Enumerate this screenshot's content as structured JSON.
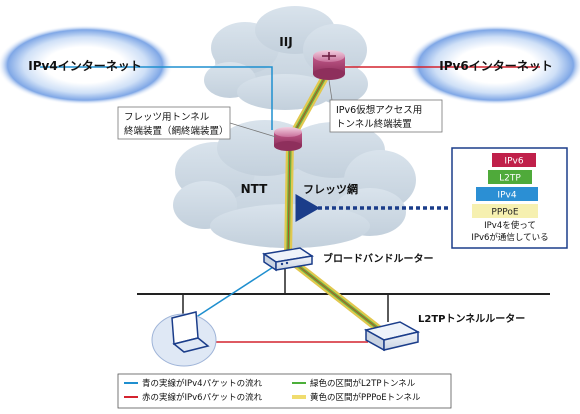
{
  "clouds": {
    "ipv4_internet": "IPv4インターネット",
    "ipv6_internet": "IPv6インターネット",
    "iij": "IIJ",
    "ntt": "NTT",
    "flets_net": "フレッツ網"
  },
  "devices": {
    "flets_tunnel_terminator": [
      "フレッツ用トンネル",
      "終端装置（網終端装置）"
    ],
    "ipv6_tunnel_terminator": [
      "IPv6仮想アクセス用",
      "トンネル終端装置"
    ],
    "broadband_router": "ブロードバンドルーター",
    "l2tp_router": "L2TPトンネルルーター"
  },
  "protocol_stack": {
    "layers": [
      {
        "label": "IPv6",
        "color": "#c0204a"
      },
      {
        "label": "L2TP",
        "color": "#4faa3a"
      },
      {
        "label": "IPv4",
        "color": "#2b8fd4"
      },
      {
        "label": "PPPoE",
        "color": "#f6f0b0"
      }
    ],
    "caption": [
      "IPv4を使って",
      "IPv6が通信している"
    ]
  },
  "legend": {
    "items": [
      {
        "label": "青の実線がIPv4パケットの流れ",
        "color": "#1f8fcf"
      },
      {
        "label": "緑色の区間がL2TPトンネル",
        "color": "#4caf3a"
      },
      {
        "label": "赤の実線がIPv6パケットの流れ",
        "color": "#d4232f"
      },
      {
        "label": "黄色の区間がPPPoEトンネル",
        "color": "#f0dc6e"
      }
    ]
  }
}
